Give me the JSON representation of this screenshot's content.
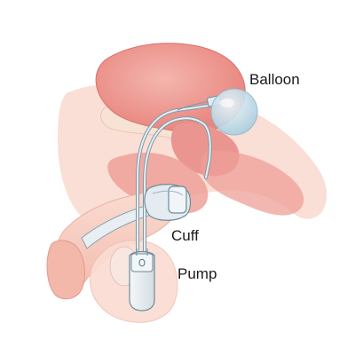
{
  "labels": {
    "balloon": "Balloon",
    "cuff": "Cuff",
    "pump": "Pump"
  },
  "colors": {
    "tissue": "#ef9f98",
    "tissue_dark": "#e17f79",
    "skin": "#f7cbbf",
    "skin_light": "#fbdcd2",
    "device": "#dfe8ee",
    "device_outline": "#7f9aa8",
    "balloon_fill": "#c4dde9"
  }
}
